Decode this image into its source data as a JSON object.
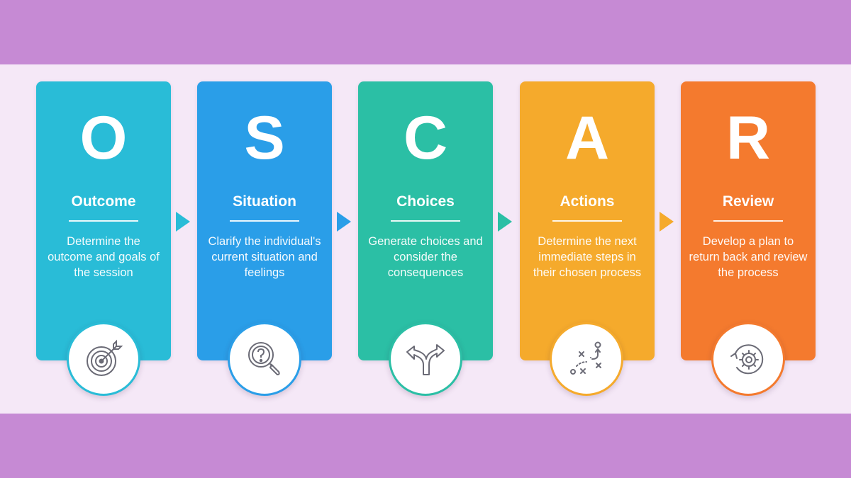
{
  "steps": [
    {
      "letter": "O",
      "title": "Outcome",
      "description": "Determine the outcome and goals of the session",
      "color": "#29bcd7",
      "icon": "target-icon"
    },
    {
      "letter": "S",
      "title": "Situation",
      "description": "Clarify the individual's current situation and feelings",
      "color": "#2a9ee8",
      "icon": "magnifier-question-icon"
    },
    {
      "letter": "C",
      "title": "Choices",
      "description": "Generate choices and consider the consequences",
      "color": "#2bbfa5",
      "icon": "fork-arrows-icon"
    },
    {
      "letter": "A",
      "title": "Actions",
      "description": "Determine the next immediate steps in their chosen process",
      "color": "#f5aa2c",
      "icon": "strategy-plan-icon"
    },
    {
      "letter": "R",
      "title": "Review",
      "description": "Develop a plan to return back and review the process",
      "color": "#f47a2e",
      "icon": "gear-cycle-icon"
    }
  ],
  "arrow_colors": [
    "#29bcd7",
    "#2a9ee8",
    "#2bbfa5",
    "#f5aa2c"
  ],
  "background_color": "#c68ad4",
  "band_color": "#f5e8f7"
}
